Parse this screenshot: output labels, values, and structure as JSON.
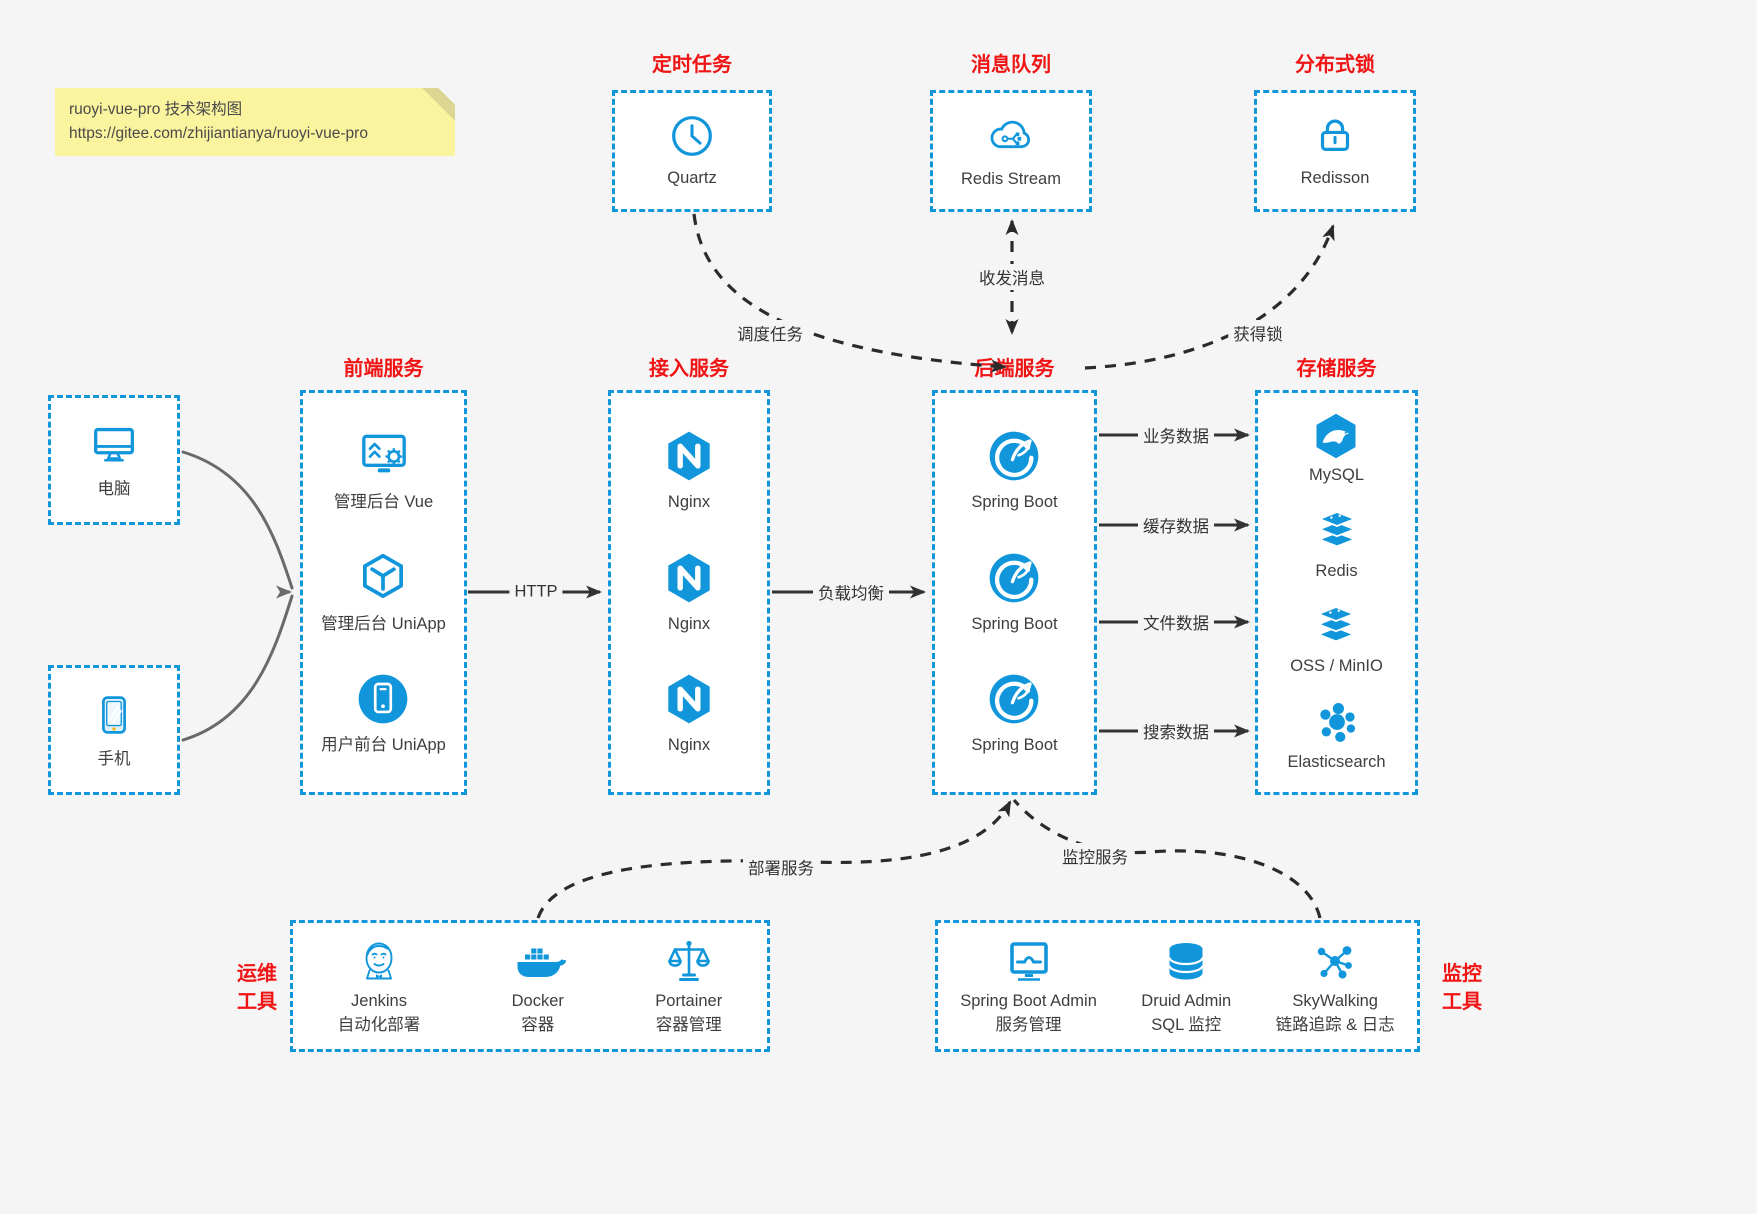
{
  "colors": {
    "blue": "#1296db",
    "red": "#f01414",
    "bg": "#f5f5f6",
    "note_bg": "#faf49e",
    "arrow_dark": "#2b2b2b",
    "arrow_grey": "#6a6a6a",
    "text": "#3e3e3e"
  },
  "note": {
    "line1": "ruoyi-vue-pro 技术架构图",
    "line2": "https://gitee.com/zhijiantianya/ruoyi-vue-pro"
  },
  "top_groups": {
    "scheduler": {
      "title": "定时任务",
      "item": {
        "label": "Quartz",
        "icon": "clock-icon"
      }
    },
    "mq": {
      "title": "消息队列",
      "item": {
        "label": "Redis Stream",
        "icon": "cloud-branch-icon"
      }
    },
    "lock": {
      "title": "分布式锁",
      "item": {
        "label": "Redisson",
        "icon": "padlock-icon"
      }
    }
  },
  "clients": {
    "computer": {
      "label": "电脑",
      "icon": "monitor-icon"
    },
    "phone": {
      "label": "手机",
      "icon": "smartphone-icon"
    }
  },
  "columns": {
    "frontend": {
      "title": "前端服务",
      "items": [
        {
          "label": "管理后台 Vue",
          "icon": "admin-vue-icon"
        },
        {
          "label": "管理后台 UniApp",
          "icon": "uniapp-cube-icon"
        },
        {
          "label": "用户前台 UniApp",
          "icon": "user-app-icon"
        }
      ]
    },
    "gateway": {
      "title": "接入服务",
      "items": [
        {
          "label": "Nginx",
          "icon": "nginx-icon"
        },
        {
          "label": "Nginx",
          "icon": "nginx-icon"
        },
        {
          "label": "Nginx",
          "icon": "nginx-icon"
        }
      ]
    },
    "backend": {
      "title": "后端服务",
      "items": [
        {
          "label": "Spring Boot",
          "icon": "spring-boot-icon"
        },
        {
          "label": "Spring Boot",
          "icon": "spring-boot-icon"
        },
        {
          "label": "Spring Boot",
          "icon": "spring-boot-icon"
        }
      ]
    },
    "storage": {
      "title": "存储服务",
      "items": [
        {
          "label": "MySQL",
          "icon": "mysql-icon"
        },
        {
          "label": "Redis",
          "icon": "redis-stack-icon"
        },
        {
          "label": "OSS / MinIO",
          "icon": "oss-stack-icon"
        },
        {
          "label": "Elasticsearch",
          "icon": "elasticsearch-icon"
        }
      ]
    }
  },
  "bottom_groups": {
    "ops": {
      "title_line1": "运维",
      "title_line2": "工具",
      "items": [
        {
          "name": "Jenkins",
          "desc": "自动化部署",
          "icon": "jenkins-icon"
        },
        {
          "name": "Docker",
          "desc": "容器",
          "icon": "docker-icon"
        },
        {
          "name": "Portainer",
          "desc": "容器管理",
          "icon": "portainer-icon"
        }
      ]
    },
    "monitoring": {
      "title_line1": "监控",
      "title_line2": "工具",
      "items": [
        {
          "name": "Spring Boot Admin",
          "desc": "服务管理",
          "icon": "sba-icon"
        },
        {
          "name": "Druid Admin",
          "desc": "SQL 监控",
          "icon": "druid-icon"
        },
        {
          "name": "SkyWalking",
          "desc": "链路追踪 & 日志",
          "icon": "skywalking-icon"
        }
      ]
    }
  },
  "edge_labels": {
    "http": "HTTP",
    "load_balance": "负载均衡",
    "schedule": "调度任务",
    "messages": "收发消息",
    "acquire_lock": "获得锁",
    "business_data": "业务数据",
    "cache_data": "缓存数据",
    "file_data": "文件数据",
    "search_data": "搜索数据",
    "deploy": "部署服务",
    "monitor": "监控服务"
  }
}
